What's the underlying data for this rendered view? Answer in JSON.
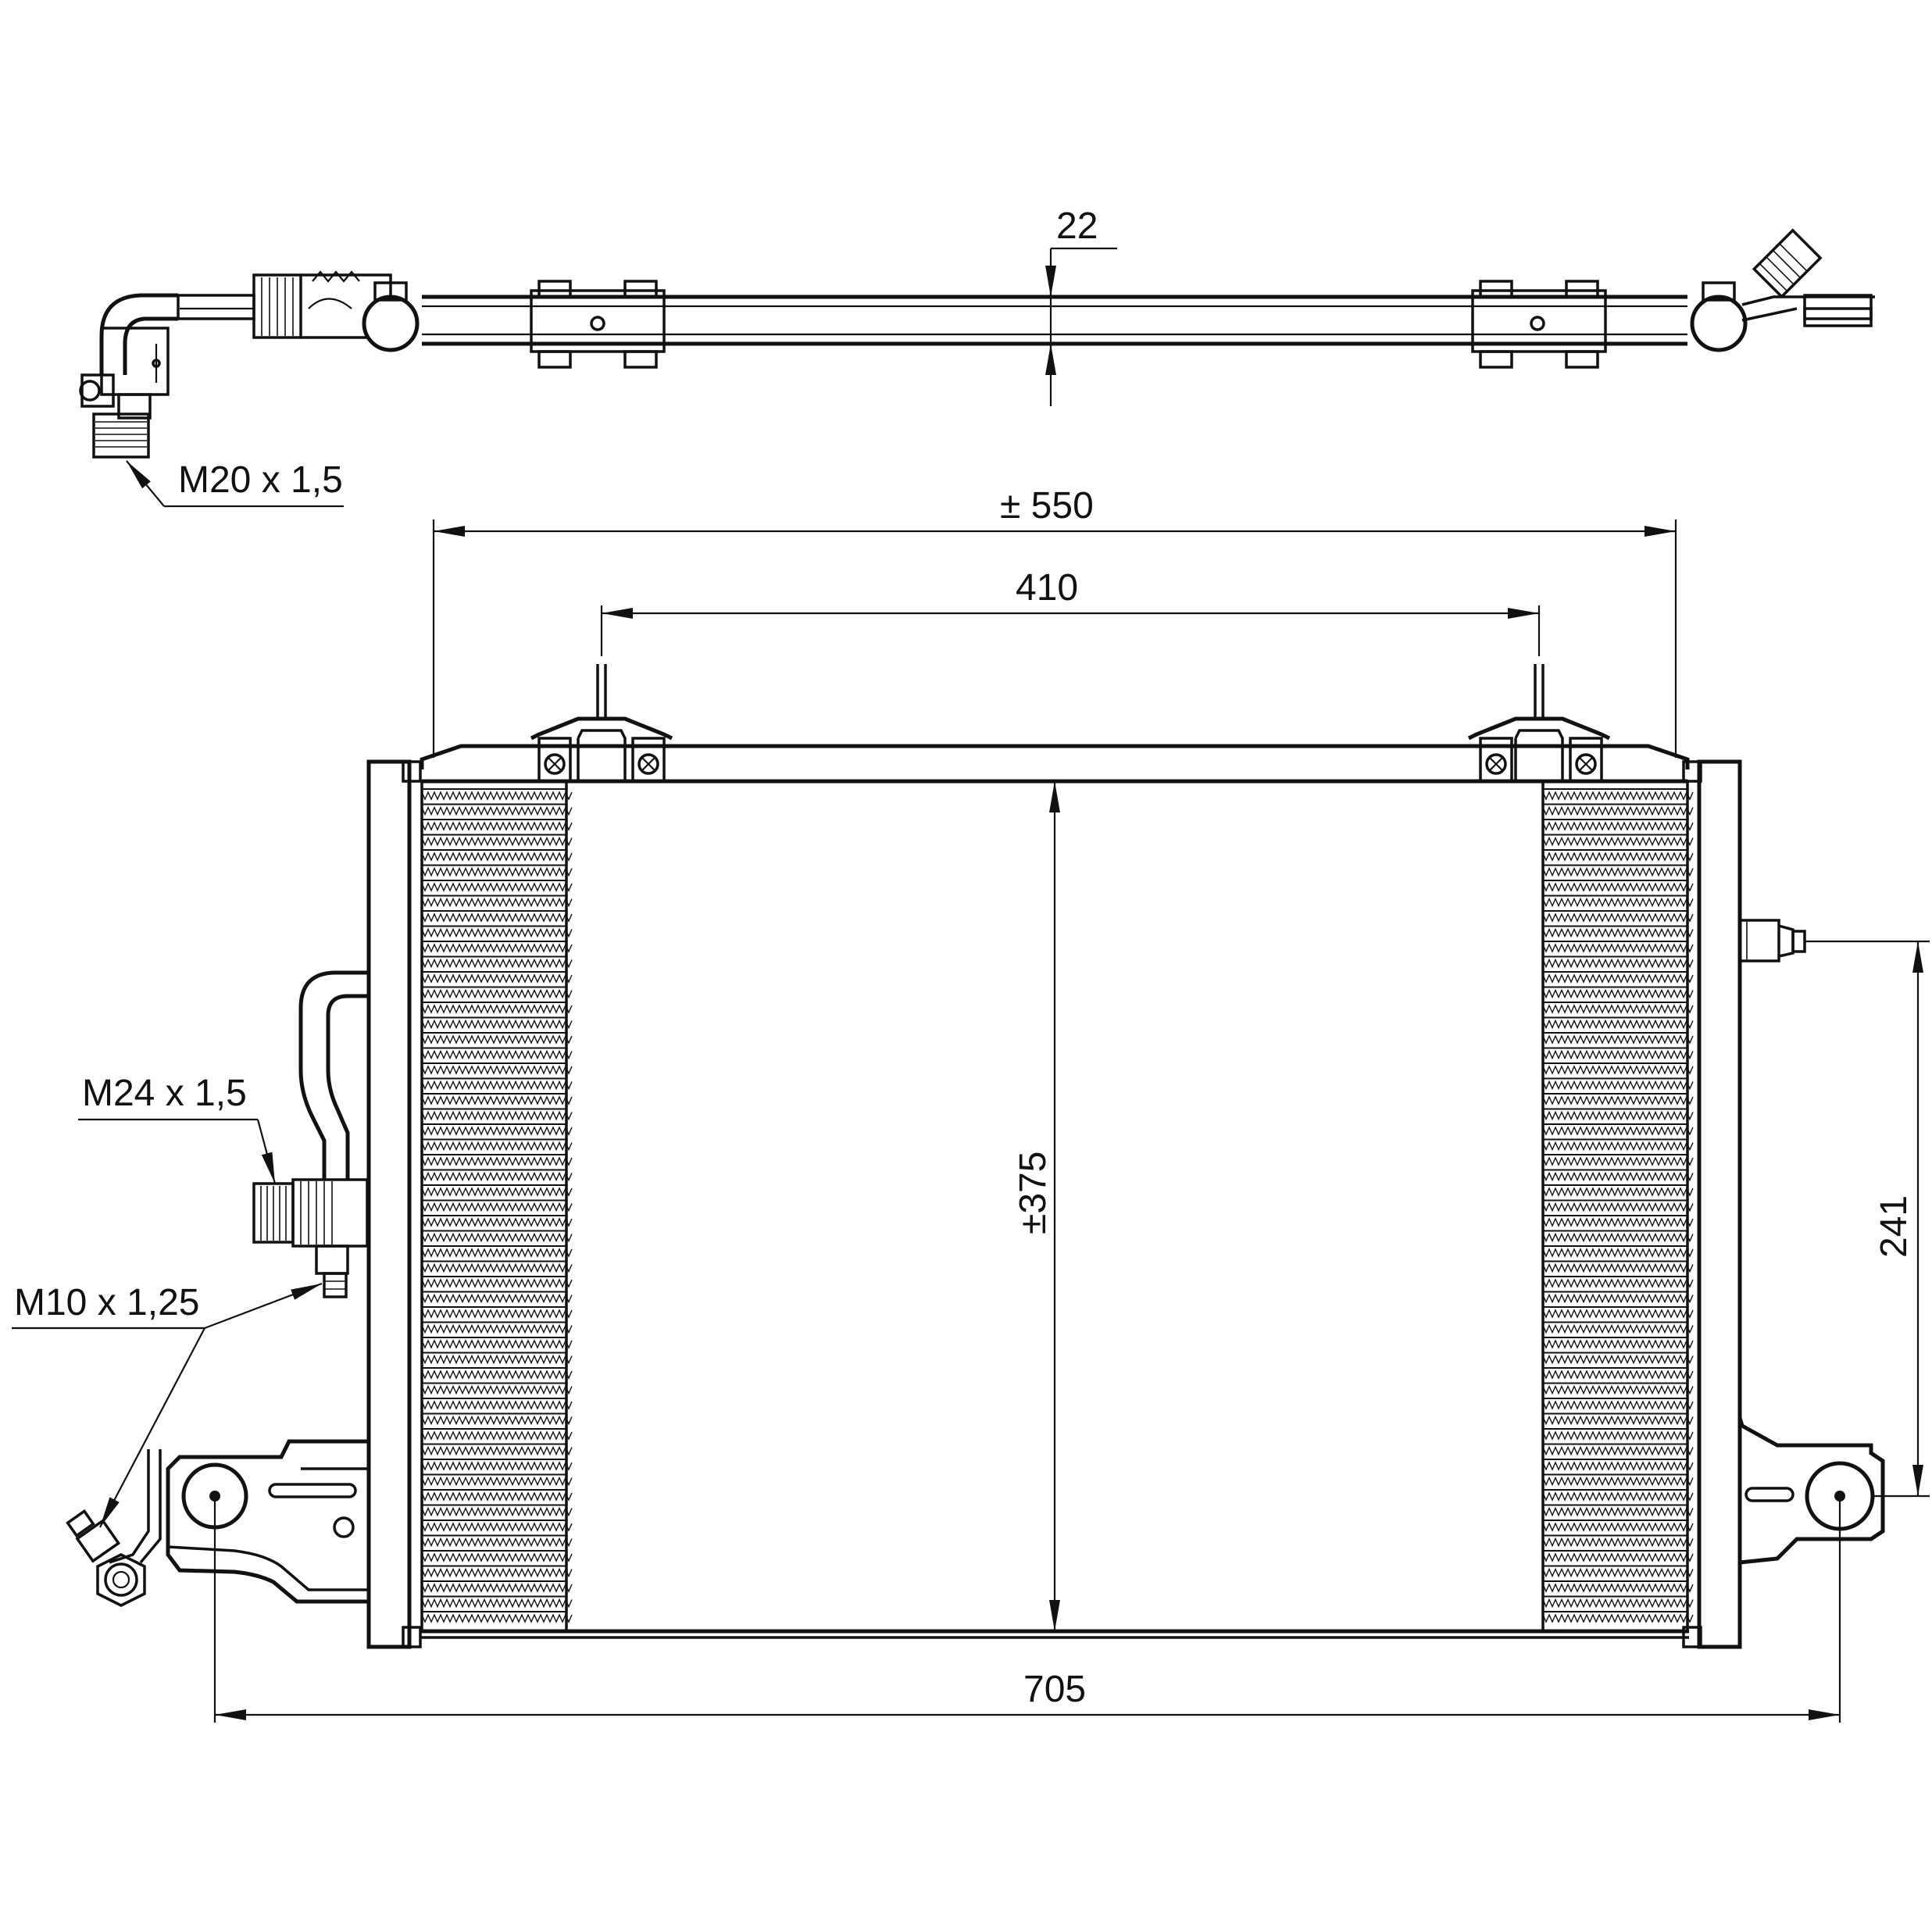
{
  "dimensions": {
    "thickness": "22",
    "width_overall": "± 550",
    "mount_spacing": "410",
    "core_height": "±375",
    "port_offset": "241",
    "width_total": "705"
  },
  "threads": {
    "outlet_top": "M20 x 1,5",
    "inlet_side": "M24 x 1,5",
    "pressure_switch": "M10 x 1,25"
  },
  "colors": {
    "line": "#111111",
    "background": "#ffffff"
  }
}
